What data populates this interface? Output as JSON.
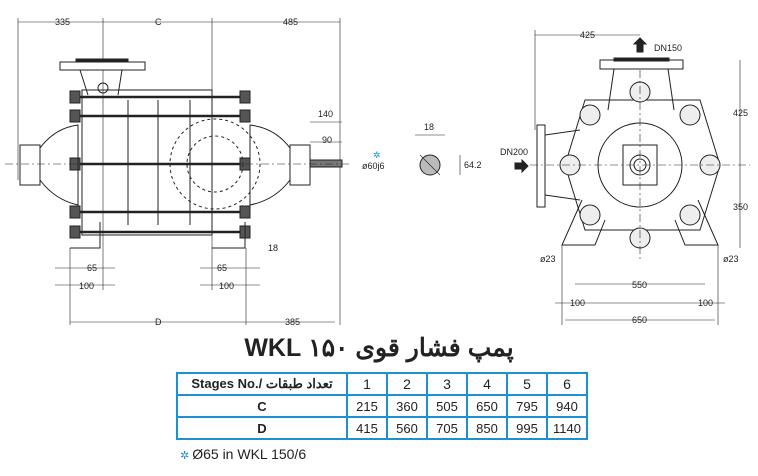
{
  "title": "پمپ فشار قوی ۱۵۰ WKL",
  "side_view": {
    "dim_335": "335",
    "dim_c": "C",
    "dim_485": "485",
    "dim_140": "140",
    "dim_90": "90",
    "dim_shaft": "ø60j6",
    "dim_18": "18",
    "dim_65_left": "65",
    "dim_65_right": "65",
    "dim_100_left": "100",
    "dim_100_right": "100",
    "dim_d": "D",
    "dim_385": "385"
  },
  "key_section": {
    "dim_18": "18",
    "dim_64_2": "64.2"
  },
  "end_view": {
    "dim_425_top": "425",
    "outlet": "DN150",
    "dim_425_right": "425",
    "inlet": "DN200",
    "dim_350": "350",
    "hole_left": "ø23",
    "hole_right": "ø23",
    "dim_550": "550",
    "dim_100_left": "100",
    "dim_100_right": "100",
    "dim_650": "650"
  },
  "table": {
    "header": "Stages No./ تعداد طبقات",
    "stages": [
      "1",
      "2",
      "3",
      "4",
      "5",
      "6"
    ],
    "rows": [
      {
        "label": "C",
        "values": [
          "215",
          "360",
          "505",
          "650",
          "795",
          "940"
        ]
      },
      {
        "label": "D",
        "values": [
          "415",
          "560",
          "705",
          "850",
          "995",
          "1140"
        ]
      }
    ]
  },
  "footnote": "Ø65 in WKL 150/6",
  "colors": {
    "table_border": "#1e8fd0",
    "line": "#222222"
  }
}
